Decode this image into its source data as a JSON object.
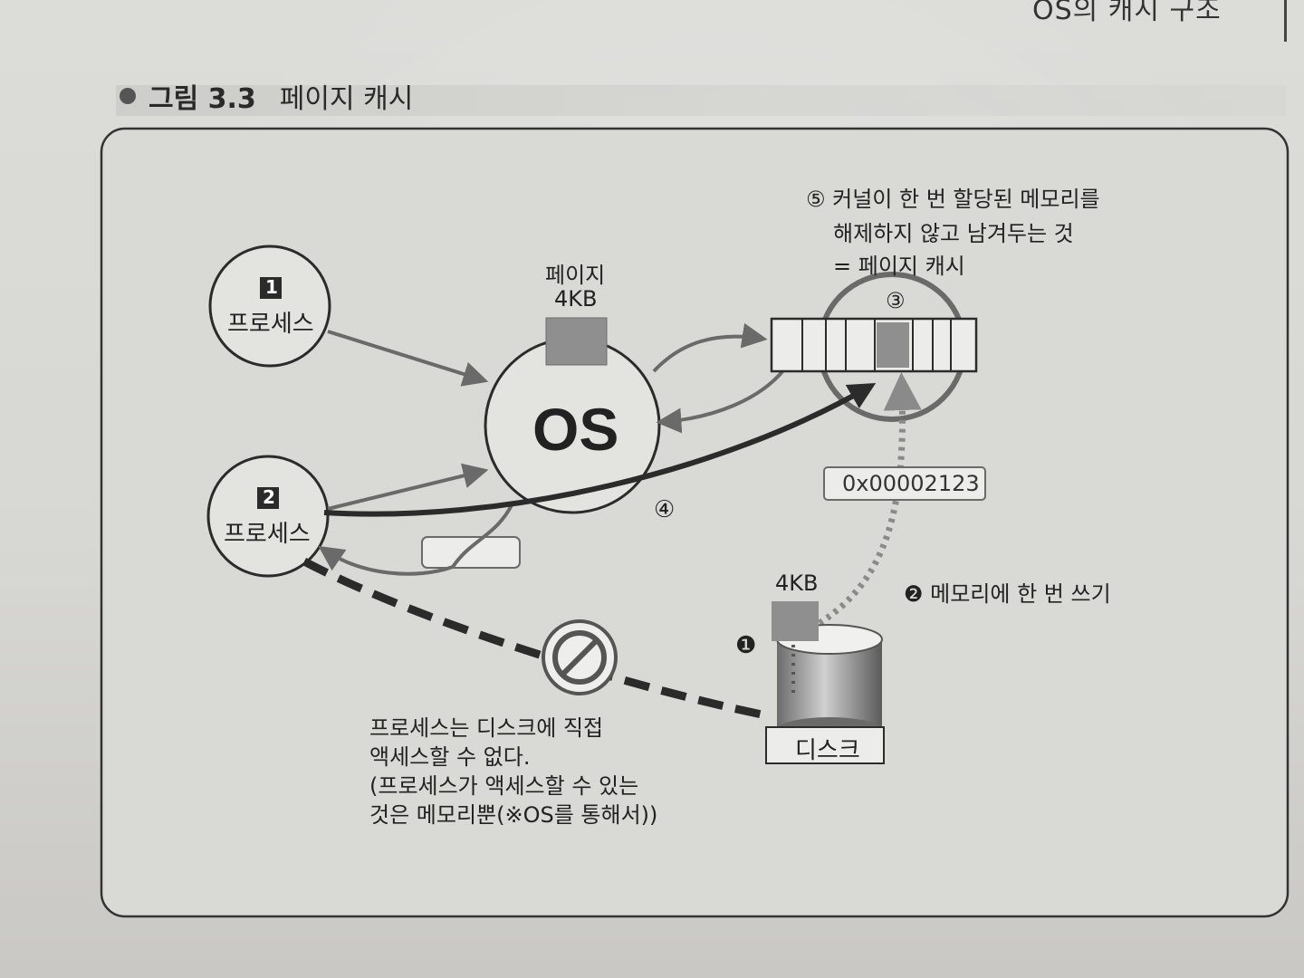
{
  "header": {
    "text": "OS의 캐시 구조"
  },
  "figure": {
    "number": "그림 3.3",
    "title": "페이지 캐시"
  },
  "processes": [
    {
      "num": "1",
      "label": "프로세스"
    },
    {
      "num": "2",
      "label": "프로세스"
    }
  ],
  "os": {
    "label": "OS",
    "page_label": "페이지",
    "page_size": "4KB"
  },
  "cache": {
    "marker": "③",
    "note": [
      "⑤ 커널이 한 번 할당된 메모리를",
      "해제하지 않고 남겨두는 것",
      "= 페이지 캐시"
    ]
  },
  "address": "0x00002123",
  "step4": "④",
  "write_once": "❷ 메모리에 한 번 쓰기",
  "disk": {
    "label": "디스크",
    "block_size": "4KB",
    "marker": "❶"
  },
  "no_access_note": [
    "프로세스는 디스크에 직접",
    "액세스할 수 없다.",
    "(프로세스가 액세스할 수 있는",
    "것은 메모리뿐(※OS를 통해서))"
  ],
  "colors": {
    "line": "#2b2b2b",
    "grey_block": "#8f8f8f",
    "dotted": "#8a8a8a"
  }
}
